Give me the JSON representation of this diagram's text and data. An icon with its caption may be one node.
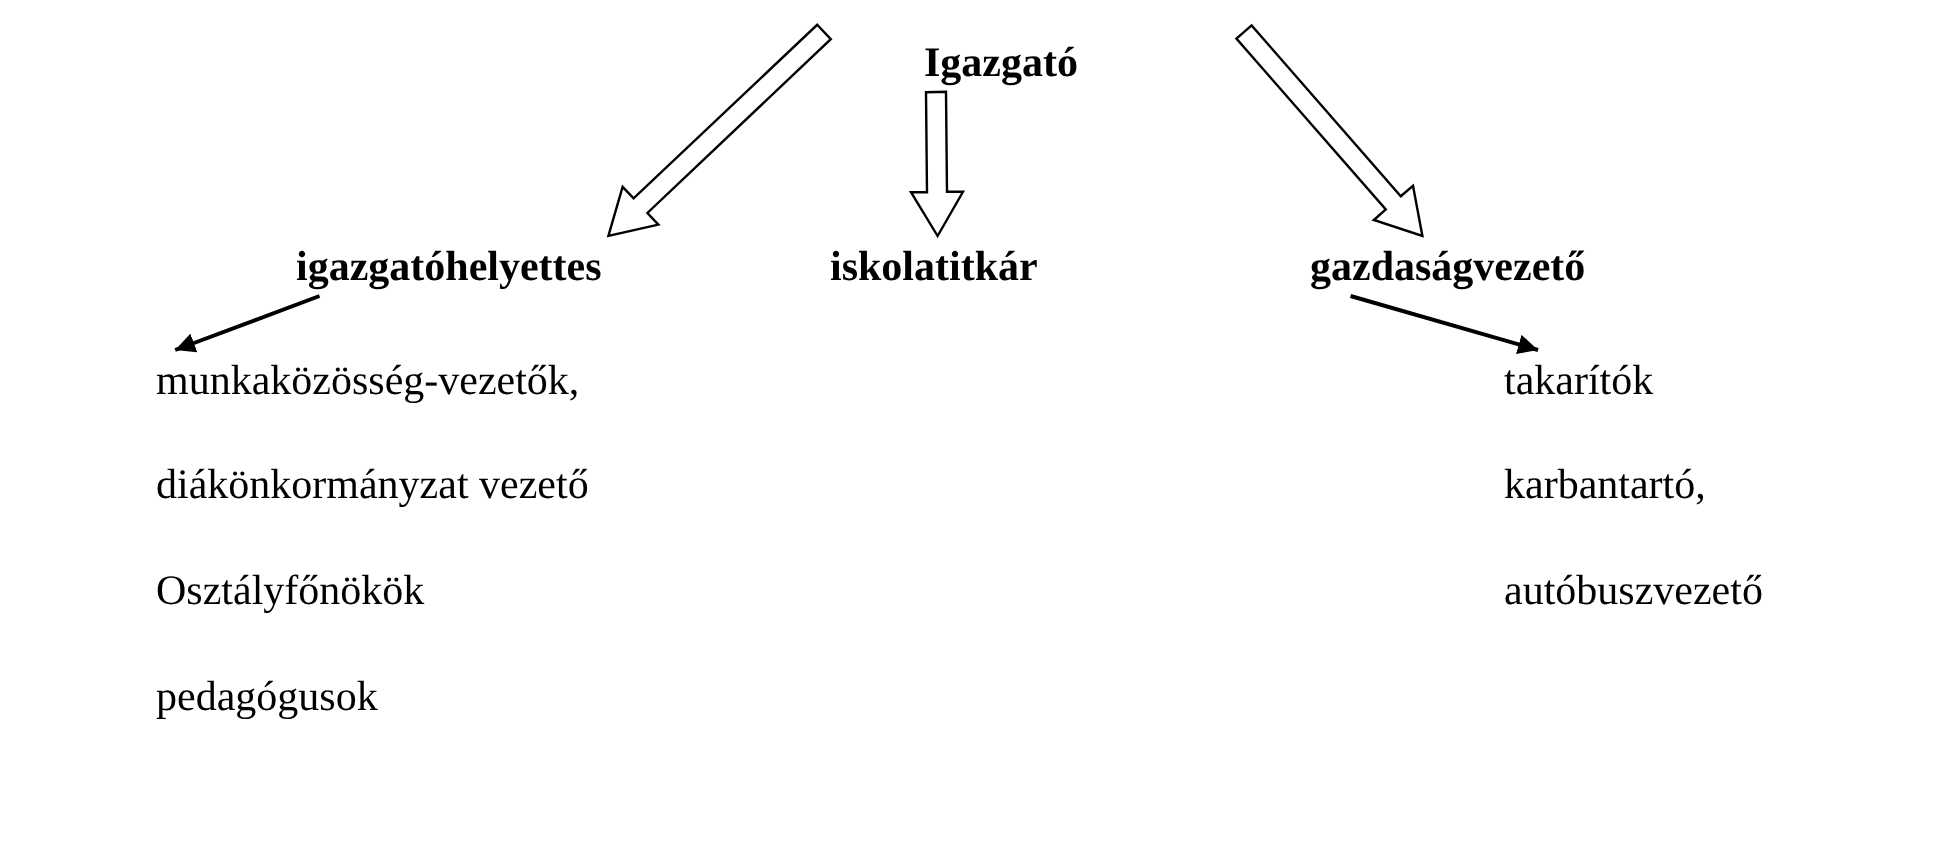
{
  "diagram": {
    "nodes": [
      {
        "text": [
          "Igazgató"
        ]
      },
      {
        "text": [
          "igazgatóhelyettes"
        ]
      },
      {
        "text": [
          "iskolatitkár"
        ]
      },
      {
        "text": [
          "gazdaságvezető"
        ]
      },
      {
        "text": [
          "munkaközösség-vezetők,"
        ]
      },
      {
        "text": [
          "takarítók"
        ]
      }
    ],
    "edges": [
      {
        "from": 0,
        "to": 1,
        "arrow": "to",
        "style": "thick"
      },
      {
        "from": 0,
        "to": 2,
        "arrow": "to",
        "style": "thick"
      },
      {
        "from": 0,
        "to": 3,
        "arrow": "to",
        "style": "thick"
      },
      {
        "from": 1,
        "to": 4,
        "arrow": "to"
      },
      {
        "from": 3,
        "to": 5,
        "arrow": "to"
      }
    ],
    "labels": [
      "diákönkormányzat vezető",
      "karbantartó,",
      "Osztályfőnökök",
      "autóbuszvezető",
      "pedagógusok"
    ]
  }
}
